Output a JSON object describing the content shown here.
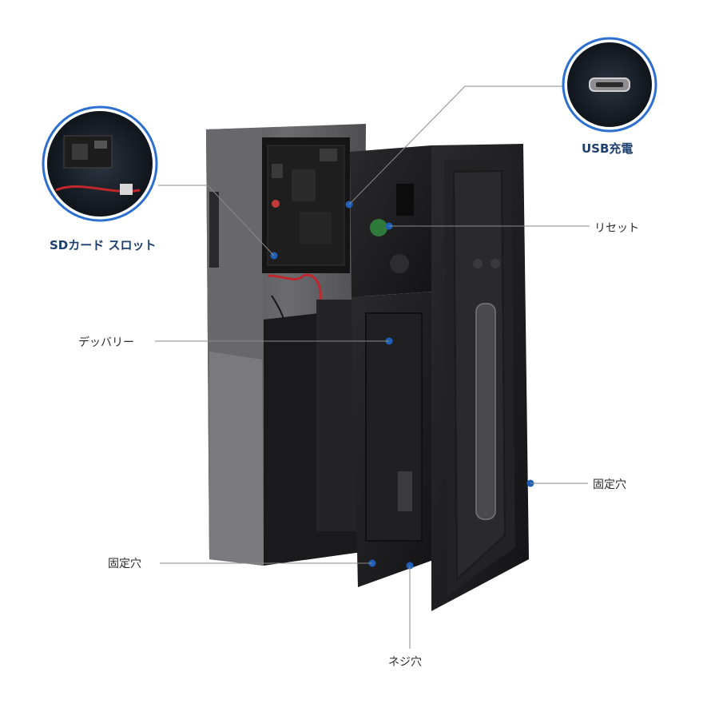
{
  "colors": {
    "accent": "#1f5fb8",
    "label_bold": "#1d3f6e",
    "label_light": "#2a2a2a",
    "device_gray": "#5e5e62",
    "device_black": "#1c1c1e"
  },
  "callouts": {
    "sd_card_slot": "SDカード スロット",
    "usb_charge": "USB充電",
    "reset": "リセット",
    "battery": "デッバリー",
    "mount_hole_right": "固定穴",
    "mount_hole_left": "固定穴",
    "screw_hole": "ネジ穴"
  }
}
